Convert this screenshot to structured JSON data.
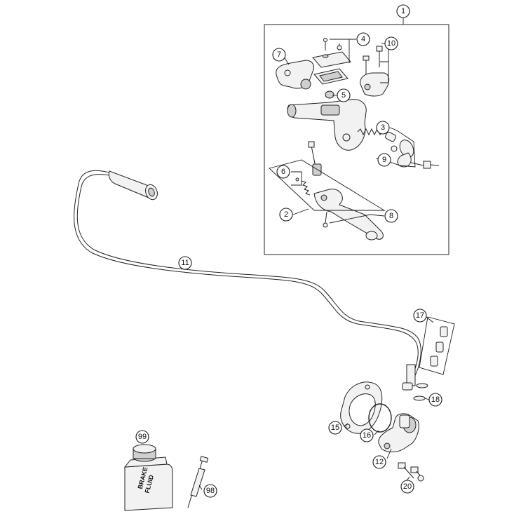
{
  "callouts": {
    "c1": "1",
    "c2": "2",
    "c3": "3",
    "c4": "4",
    "c5": "5",
    "c6": "6",
    "c7": "7",
    "c8": "8",
    "c9": "9",
    "c10": "10",
    "c11": "11",
    "c12": "12",
    "c15": "15",
    "c16": "16",
    "c17": "17",
    "c18": "18",
    "c20": "20",
    "c98": "98",
    "c99": "99"
  },
  "bottle_label": {
    "line1": "BRAKE",
    "line2": "FLUID"
  }
}
